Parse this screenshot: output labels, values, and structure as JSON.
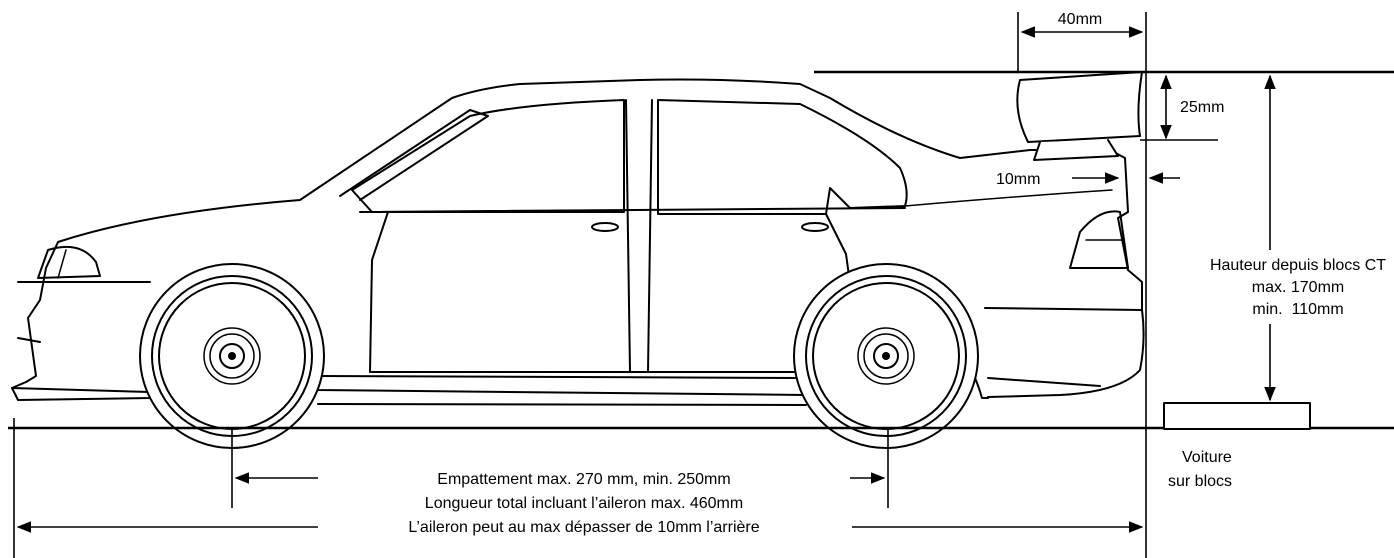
{
  "labels": {
    "wing_width": "40mm",
    "wing_height": "25mm",
    "wing_overhang": "10mm",
    "height_title": "Hauteur depuis blocs CT",
    "height_max": "max. 170mm",
    "height_min": "min.  110mm",
    "blocks_line1": "Voiture",
    "blocks_line2": "sur blocs",
    "wheelbase": "Empattement max. 270 mm, min. 250mm",
    "total_length": "Longueur total incluant l’aileron max. 460mm",
    "wing_rule": "L’aileron peut au max dépasser de 10mm l’arrière"
  }
}
